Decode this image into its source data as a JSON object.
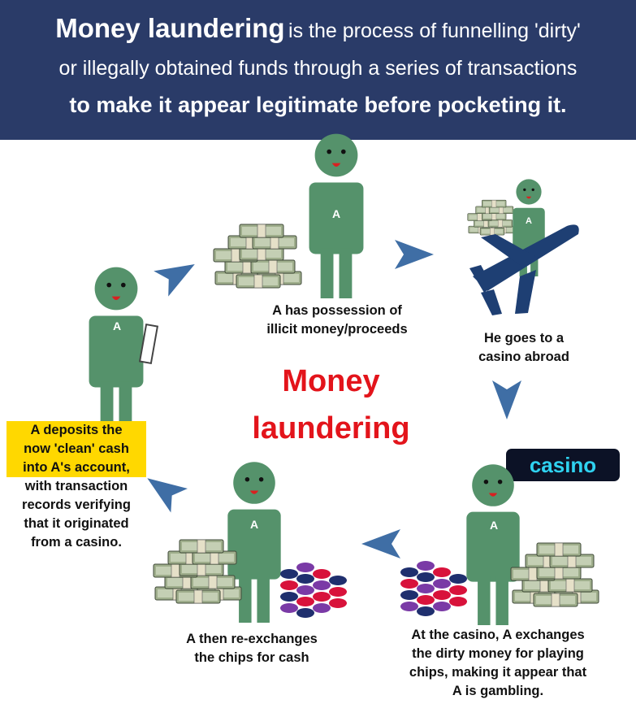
{
  "header": {
    "line1_bold": "Money laundering",
    "line1_rest": "is the process of funnelling 'dirty'",
    "line2": "or illegally obtained funds through a series of transactions",
    "line3": "to make it appear legitimate before pocketing it."
  },
  "center_title": {
    "line1": "Money",
    "line2": "laundering"
  },
  "figure_label": "A",
  "casino_sign": "casino",
  "steps": {
    "possession": {
      "lines": [
        "A has possession of",
        "illicit money/proceeds"
      ]
    },
    "abroad": {
      "lines": [
        "He goes to a",
        "casino abroad"
      ]
    },
    "exchange": {
      "lines": [
        "At the casino, A exchanges",
        "the dirty money for playing",
        "chips, making it appear that",
        "A is gambling."
      ]
    },
    "reexchange": {
      "lines": [
        "A then re-exchanges",
        "the chips for cash"
      ]
    },
    "deposit": {
      "highlight_lines": [
        "A deposits the",
        "now 'clean' cash",
        "into A's account,"
      ],
      "lines": [
        "with transaction",
        "records verifying",
        "that it originated",
        "from a casino."
      ]
    }
  },
  "colors": {
    "header_bg": "#2a3b68",
    "figure": "#55926b",
    "arrow": "#3f6ea5",
    "title_red": "#e3141b",
    "highlight": "#ffd800",
    "plane": "#1e3f73"
  }
}
